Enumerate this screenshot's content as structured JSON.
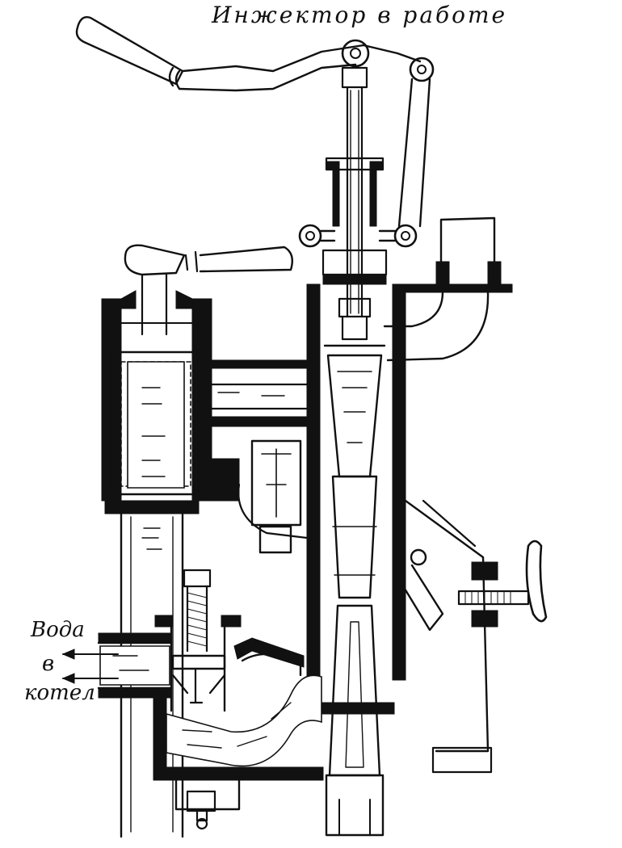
{
  "diagram": {
    "title": "Инжектор в работе",
    "outlet_label": {
      "line1": "Вода",
      "line2": "в",
      "line3": "котел"
    }
  }
}
